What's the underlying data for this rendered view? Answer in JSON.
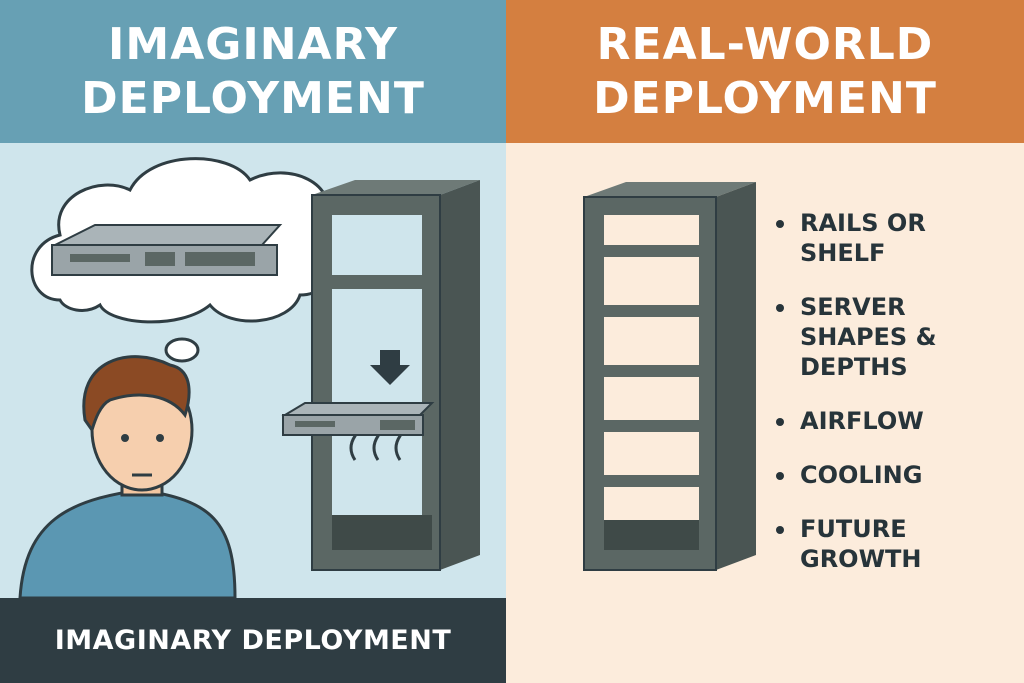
{
  "left": {
    "title_line1": "IMAGINARY",
    "title_line2": "DEPLOYMENT",
    "footer": "IMAGINARY DEPLOYMENT"
  },
  "right": {
    "title_line1": "REAL-WORLD",
    "title_line2": "DEPLOYMENT",
    "bullets": [
      "RAILS OR\nSHELF",
      "SERVER\nSHAPES &\nDEPTHS",
      "AIRFLOW",
      "COOLING",
      "FUTURE\nGROWTH"
    ]
  },
  "colors": {
    "left_header": "#67a0b4",
    "right_header": "#d47f40",
    "left_bg": "#cfe5ec",
    "right_bg": "#fcecdc",
    "footer_bg": "#2f3d43",
    "rack": "#5b6764"
  }
}
